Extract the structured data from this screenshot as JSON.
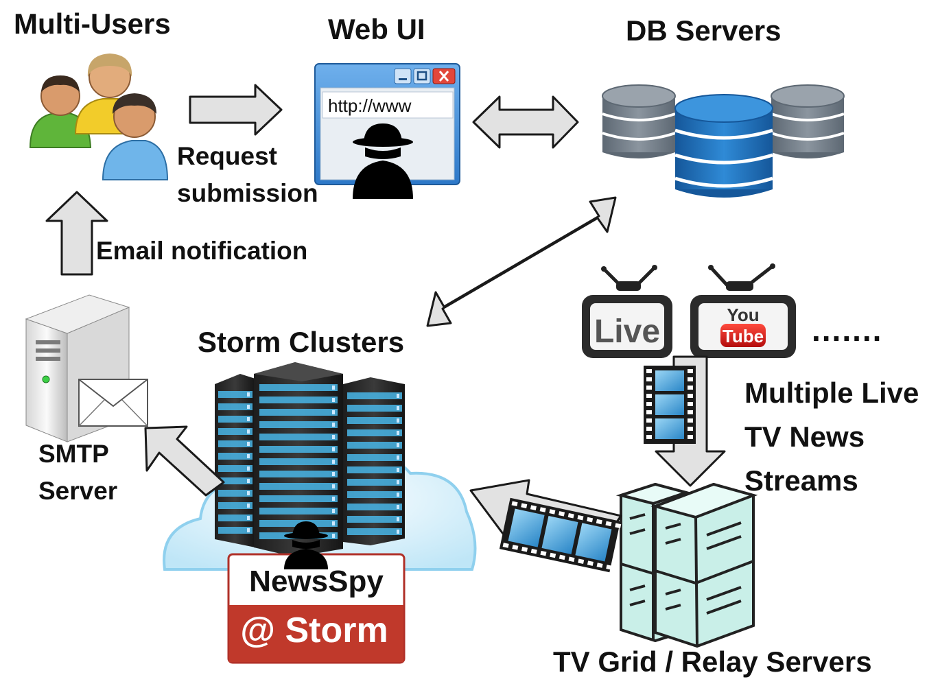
{
  "titles": {
    "multi_users": "Multi-Users",
    "web_ui": "Web UI",
    "db_servers": "DB Servers",
    "storm_clusters": "Storm Clusters"
  },
  "labels": {
    "request_line1": "Request",
    "request_line2": "submission",
    "email_notification": "Email notification",
    "smtp_line1": "SMTP",
    "smtp_line2": "Server",
    "streams_line1": "Multiple Live",
    "streams_line2": "TV News",
    "streams_line3": "Streams",
    "tv_grid": "TV Grid / Relay Servers",
    "ellipsis": "......."
  },
  "browser": {
    "url": "http://www"
  },
  "tv": {
    "live": "Live",
    "you": "You",
    "tube": "Tube"
  },
  "badge": {
    "name": "NewsSpy",
    "storm": "@ Storm"
  },
  "colors": {
    "arrow_fill": "#e0e0e0",
    "arrow_stroke": "#1a1a1a",
    "db_gray": "#6f7a85",
    "db_blue": "#1f6fb5",
    "rack_led": "#49b6e8",
    "badge_red": "#c0392b",
    "tv_red": "#d81f1f",
    "relay_server": "#c9efe8"
  }
}
